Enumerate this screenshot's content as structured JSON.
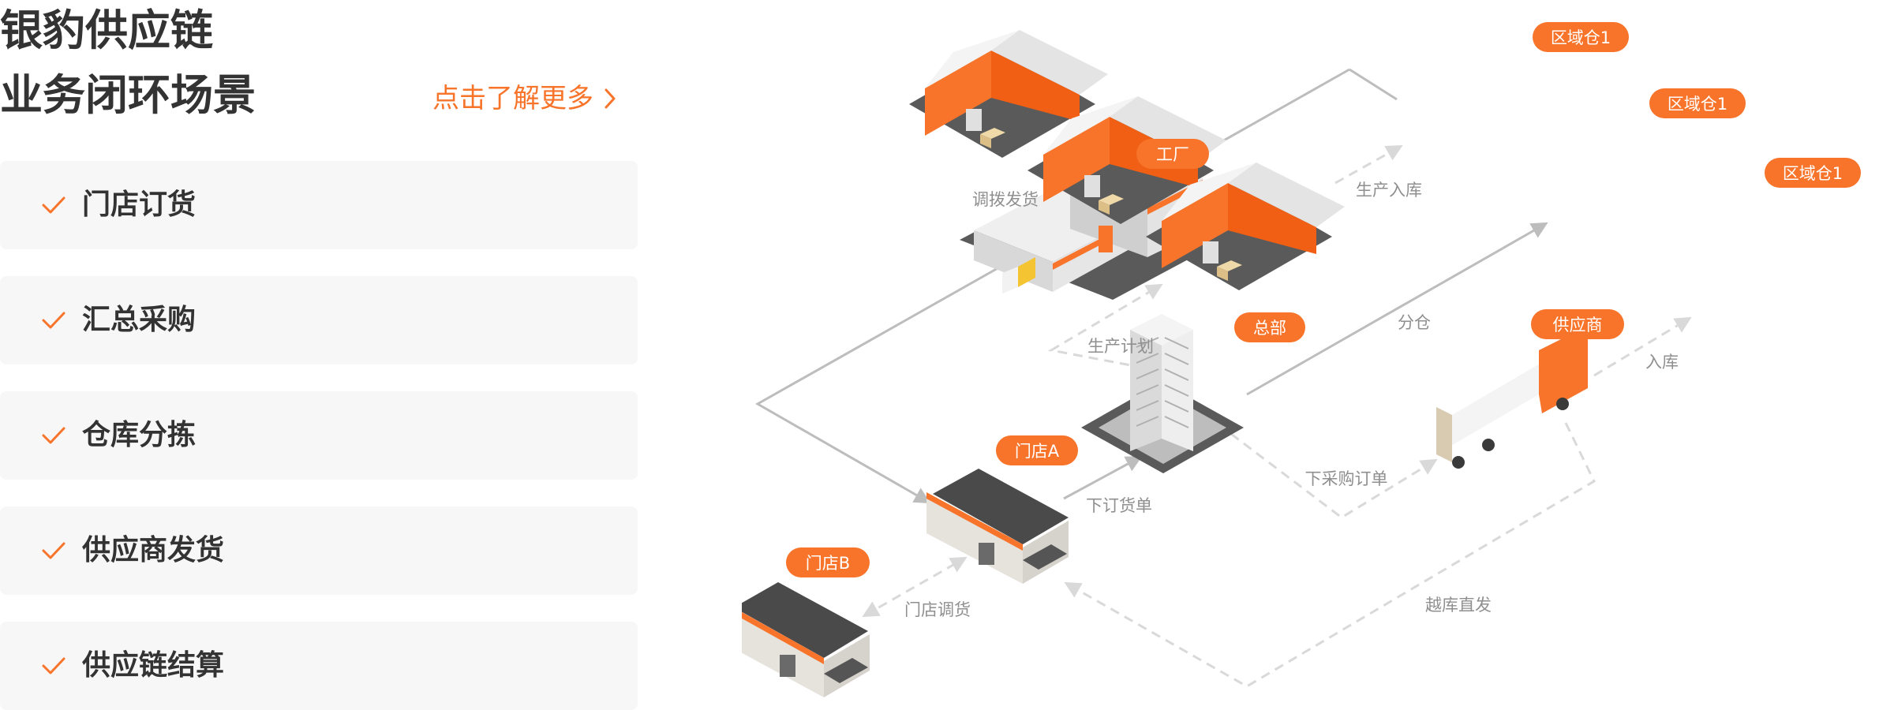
{
  "heading": {
    "line1": "银豹供应链",
    "line2": "业务闭环场景"
  },
  "learn_more": {
    "label": "点击了解更多"
  },
  "features": [
    {
      "label": "门店订货"
    },
    {
      "label": "汇总采购"
    },
    {
      "label": "仓库分拣"
    },
    {
      "label": "供应商发货"
    },
    {
      "label": "供应链结算"
    }
  ],
  "diagram": {
    "nodes": {
      "factory": "工厂",
      "hq": "总部",
      "supplier": "供应商",
      "store_a": "门店A",
      "store_b": "门店B",
      "warehouse_1": "区域仓1",
      "warehouse_2": "区域仓1",
      "warehouse_3": "区域仓1"
    },
    "flows": {
      "transfer_ship": "调拨发货",
      "production_inbound": "生产入库",
      "production_plan": "生产计划",
      "distribute": "分仓",
      "inbound": "入库",
      "place_order": "下订货单",
      "purchase_order": "下采购订单",
      "store_transfer": "门店调货",
      "cross_dock": "越库直发"
    }
  },
  "colors": {
    "accent": "#f7742a",
    "card_bg": "#f7f7f7",
    "text": "#333333",
    "flow_text": "#8f8f8f",
    "line_solid": "#bdbdbd",
    "line_dashed": "#d9d9d9"
  },
  "icons": {
    "check": "check-icon",
    "chevron": "chevron-right-icon"
  }
}
